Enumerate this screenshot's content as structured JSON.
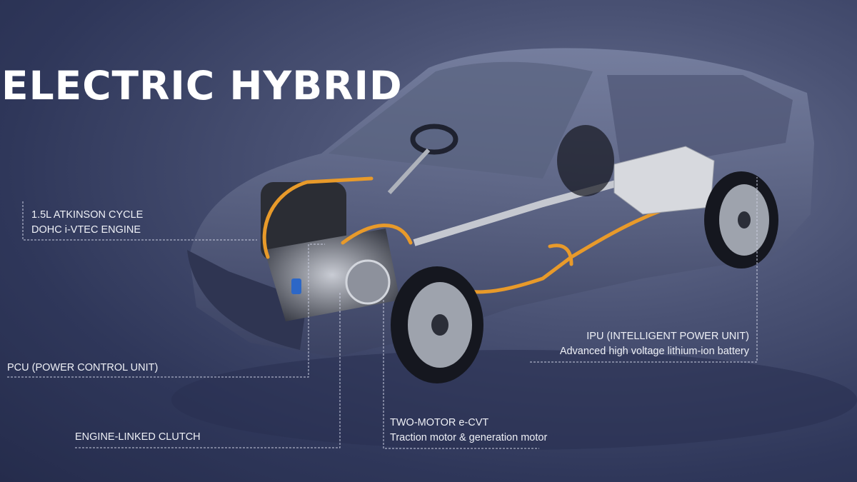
{
  "title": "ELECTRIC HYBRID",
  "labels": {
    "engine": {
      "line1": "1.5L ATKINSON CYCLE",
      "line2": "DOHC  i-VTEC ENGINE"
    },
    "pcu": {
      "line1": "PCU (POWER CONTROL UNIT)"
    },
    "clutch": {
      "line1": "ENGINE-LINKED CLUTCH"
    },
    "ecvt": {
      "line1": "TWO-MOTOR e-CVT",
      "line2": "Traction motor & generation motor"
    },
    "ipu": {
      "line1": "IPU (INTELLIGENT POWER UNIT)",
      "line2": "Advanced high voltage lithium-ion battery"
    }
  },
  "colors": {
    "background": "#3a4366",
    "cable": "#e89a2a",
    "leader": "#c9cde0"
  }
}
